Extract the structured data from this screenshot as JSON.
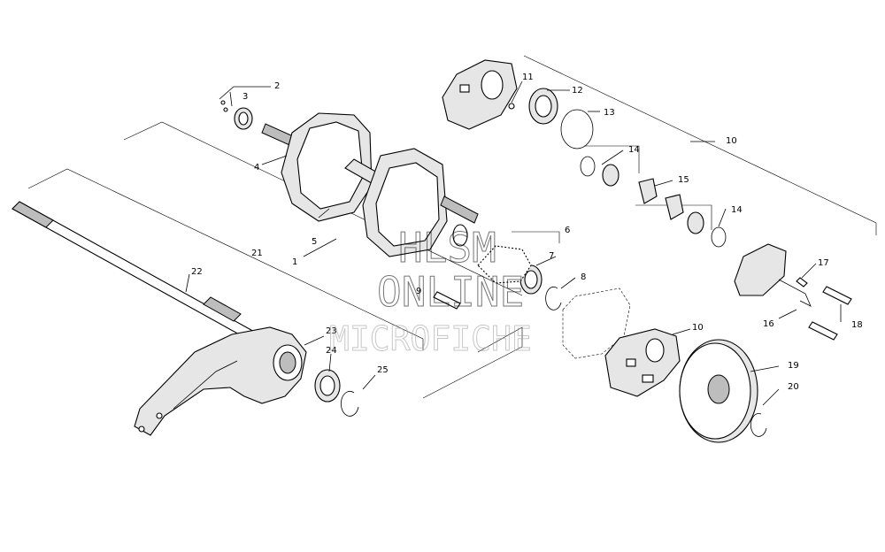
{
  "watermark": {
    "line1": "HLSM",
    "line2": "ONLINE",
    "line3": "MICROFICHE"
  },
  "callouts": [
    "1",
    "2",
    "3",
    "4",
    "5",
    "6",
    "7",
    "8",
    "9",
    "10",
    "11",
    "12",
    "13",
    "14",
    "15",
    "16",
    "17",
    "18",
    "19",
    "20",
    "21",
    "22",
    "23",
    "24",
    "25"
  ]
}
